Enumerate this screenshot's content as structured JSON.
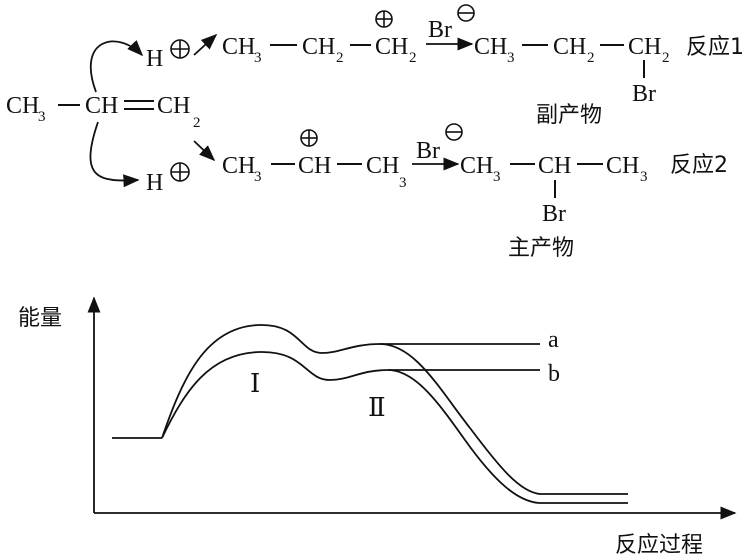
{
  "reactant": {
    "ch3": "CH",
    "sub3": "3",
    "ch": "CH",
    "ch2": "CH",
    "sub2": "2"
  },
  "proton": {
    "h": "H"
  },
  "reaction1": {
    "carbocation": {
      "ch3": "CH",
      "s3": "3",
      "ch2a": "CH",
      "s2a": "2",
      "ch2b": "CH",
      "s2b": "2"
    },
    "bromide": "Br",
    "product": {
      "ch3": "CH",
      "s3": "3",
      "ch2a": "CH",
      "s2a": "2",
      "ch2b": "CH",
      "s2b": "2",
      "br": "Br"
    },
    "label": "反应1",
    "product_label": "副产物"
  },
  "reaction2": {
    "carbocation": {
      "ch3a": "CH",
      "s3a": "3",
      "ch": "CH",
      "ch3b": "CH",
      "s3b": "3"
    },
    "bromide": "Br",
    "product": {
      "ch3a": "CH",
      "s3a": "3",
      "ch": "CH",
      "ch3b": "CH",
      "s3b": "3",
      "br": "Br"
    },
    "label": "反应2",
    "product_label": "主产物"
  },
  "energy_diagram": {
    "y_axis_label": "能量",
    "x_axis_label": "反应过程",
    "curve_a_label": "a",
    "curve_b_label": "b",
    "peak_1_label": "Ⅰ",
    "peak_2_label": "Ⅱ"
  }
}
